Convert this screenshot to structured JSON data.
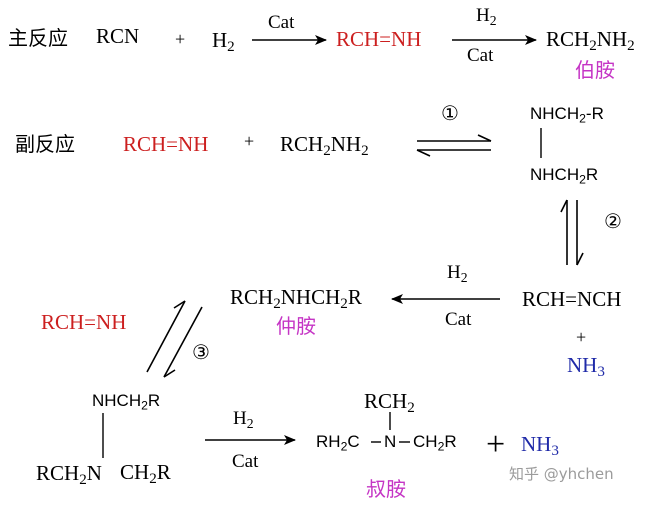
{
  "colors": {
    "imine": "#cc1f1f",
    "amine": "#c535c5",
    "ammonia": "#1f2aa8",
    "watermark": "#9b9b9b",
    "ink": "#000000"
  },
  "main": {
    "label": "主反应",
    "rcn": "RCN",
    "plus": "+",
    "h2_prefix": "H",
    "h2_sub": "2",
    "cond1": "Cat",
    "imine": "RCH=NH",
    "cond2_top_prefix": "H",
    "cond2_top_sub": "2",
    "cond2_bottom": "Cat",
    "product_a": "RCH",
    "product_sub1": "2",
    "product_b": "NH",
    "product_sub2": "2",
    "product_name": "伯胺"
  },
  "side": {
    "label": "副反应",
    "imine": "RCH=NH",
    "plus": "+",
    "amine_a": "RCH",
    "amine_sub1": "2",
    "amine_b": "NH",
    "amine_sub2": "2",
    "step1": "①",
    "adduct_top_a": "NHCH",
    "adduct_top_sub": "2",
    "adduct_top_b": "-R",
    "adduct_bottom_a": "NHCH",
    "adduct_bottom_sub": "2",
    "adduct_bottom_b": "R",
    "step2": "②",
    "schiff": "RCH=NCH",
    "plus2": "+",
    "nh3_a": "NH",
    "nh3_sub": "3",
    "cond3_top_prefix": "H",
    "cond3_top_sub": "2",
    "cond3_bottom": "Cat",
    "secondary_a": "RCH",
    "secondary_sub1": "2",
    "secondary_b": "NHCH",
    "secondary_sub2": "2",
    "secondary_c": "R",
    "secondary_name": "仲胺",
    "imine2": "RCH=NH",
    "step3": "③",
    "adduct2_top_a": "NHCH",
    "adduct2_top_sub": "2",
    "adduct2_top_b": "R",
    "adduct2_bottom_left_a": "RCH",
    "adduct2_bottom_left_sub": "2",
    "adduct2_bottom_left_b": "N",
    "adduct2_bottom_right_a": "CH",
    "adduct2_bottom_right_sub": "2",
    "adduct2_bottom_right_b": "R",
    "cond4_top_prefix": "H",
    "cond4_top_sub": "2",
    "cond4_bottom": "Cat",
    "tertiary_top_a": "RCH",
    "tertiary_top_sub": "2",
    "tertiary_left_a": "RH",
    "tertiary_left_sub": "2",
    "tertiary_left_b": "C",
    "tertiary_n": "N",
    "tertiary_right_a": "CH",
    "tertiary_right_sub": "2",
    "tertiary_right_b": "R",
    "plus3": "+",
    "nh3b_a": "NH",
    "nh3b_sub": "3",
    "tertiary_name": "叔胺"
  },
  "watermark": "知乎 @yhchen"
}
